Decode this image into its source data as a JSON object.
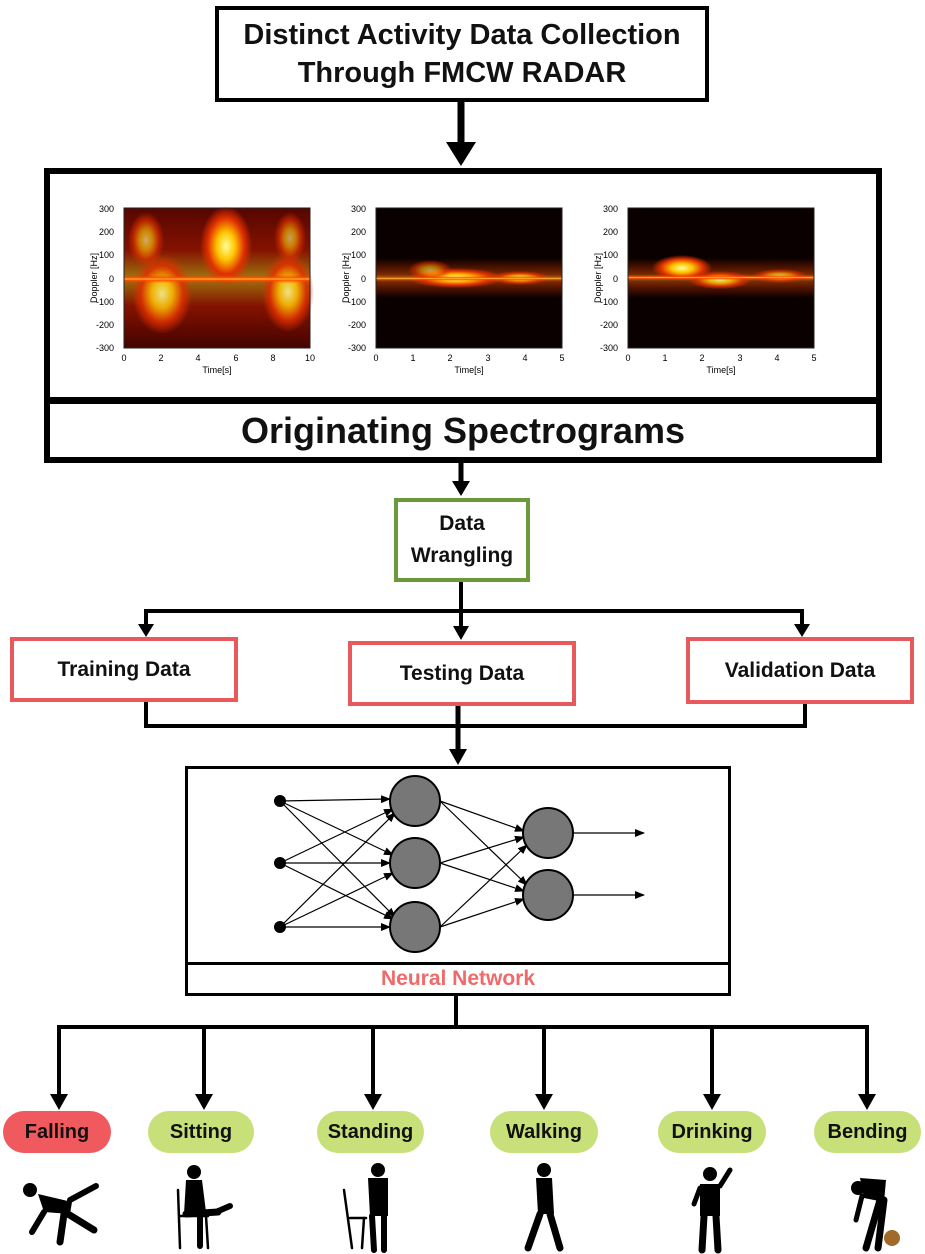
{
  "title": {
    "line1": "Distinct Activity Data Collection",
    "line2": "Through FMCW RADAR"
  },
  "spectrograms": {
    "label": "Originating Spectrograms",
    "panels": [
      {
        "ylabel": "Doppler [Hz]",
        "xlabel": "Time[s]",
        "xticks": [
          "0",
          "2",
          "4",
          "6",
          "8",
          "10"
        ],
        "yticks": [
          "300",
          "200",
          "100",
          "0",
          "-100",
          "-200",
          "-300"
        ]
      },
      {
        "ylabel": "Doppler [Hz]",
        "xlabel": "Time[s]",
        "xticks": [
          "0",
          "1",
          "2",
          "3",
          "4",
          "5"
        ],
        "yticks": [
          "300",
          "200",
          "100",
          "0",
          "-100",
          "-200",
          "-300"
        ]
      },
      {
        "ylabel": "Doppler [Hz]",
        "xlabel": "Time[s]",
        "xticks": [
          "0",
          "1",
          "2",
          "3",
          "4",
          "5"
        ],
        "yticks": [
          "300",
          "200",
          "100",
          "0",
          "-100",
          "-200",
          "-300"
        ]
      }
    ]
  },
  "wrangling": {
    "line1": "Data",
    "line2": "Wrangling"
  },
  "splits": {
    "training": "Training Data",
    "testing": "Testing Data",
    "validation": "Validation Data"
  },
  "network": {
    "label": "Neural Network"
  },
  "activities": [
    {
      "label": "Falling",
      "color": "#f05a5f"
    },
    {
      "label": "Sitting",
      "color": "#c7e07a"
    },
    {
      "label": "Standing",
      "color": "#c7e07a"
    },
    {
      "label": "Walking",
      "color": "#c7e07a"
    },
    {
      "label": "Drinking",
      "color": "#c7e07a"
    },
    {
      "label": "Bending",
      "color": "#c7e07a"
    }
  ]
}
